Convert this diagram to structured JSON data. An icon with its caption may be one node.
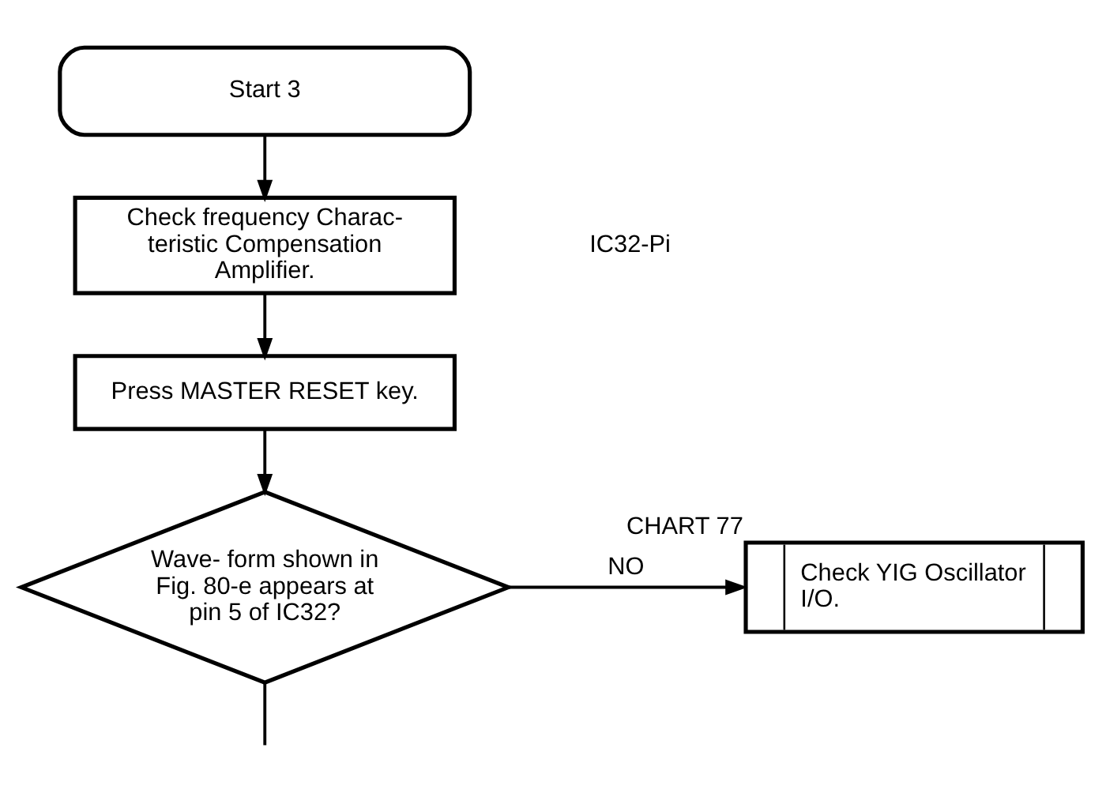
{
  "diagram": {
    "nodes": [
      {
        "text": [
          "Start 3"
        ]
      },
      {
        "text": [
          "Check frequency Charac- teristic Compensation Amplifier."
        ]
      },
      {
        "text": [
          "Press MASTER RESET key."
        ]
      },
      {
        "text": [
          "Wave- form shown in Fig. 80-e appears at pin 5 of IC32?"
        ]
      },
      {
        "text": [
          "Check YIG Oscillator I/O."
        ],
        "beside": [
          "CHART 77"
        ]
      }
    ],
    "edges": [
      {
        "from": 0,
        "to": 1,
        "arrow": "to"
      },
      {
        "from": 1,
        "to": 2,
        "arrow": "to"
      },
      {
        "from": 2,
        "to": 3,
        "arrow": "to"
      },
      {
        "from": 3,
        "to": 4,
        "arrow": "to",
        "label": "NO"
      },
      {
        "from": 3,
        "to": null,
        "arrow": "none"
      }
    ],
    "labels": [
      "IC32-Pi"
    ]
  }
}
